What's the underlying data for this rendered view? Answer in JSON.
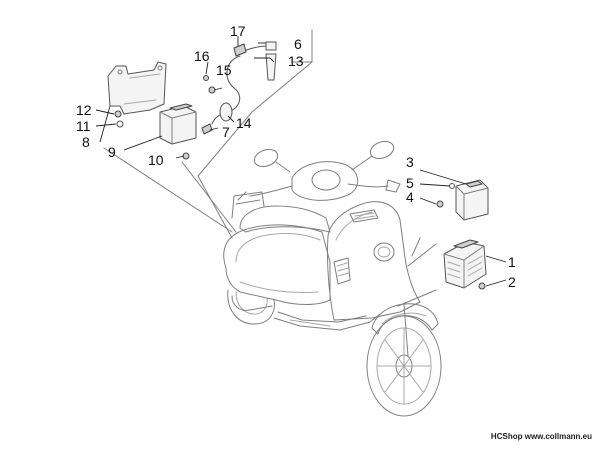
{
  "callouts": {
    "c1": "1",
    "c2": "2",
    "c3": "3",
    "c4": "4",
    "c5": "5",
    "c6": "6",
    "c7": "7",
    "c8": "8",
    "c9": "9",
    "c10": "10",
    "c11": "11",
    "c12": "12",
    "c13": "13",
    "c14": "14",
    "c15": "15",
    "c16": "16",
    "c17": "17"
  },
  "footer": {
    "brand": "HCShop",
    "url": "www.collmann.eu"
  }
}
